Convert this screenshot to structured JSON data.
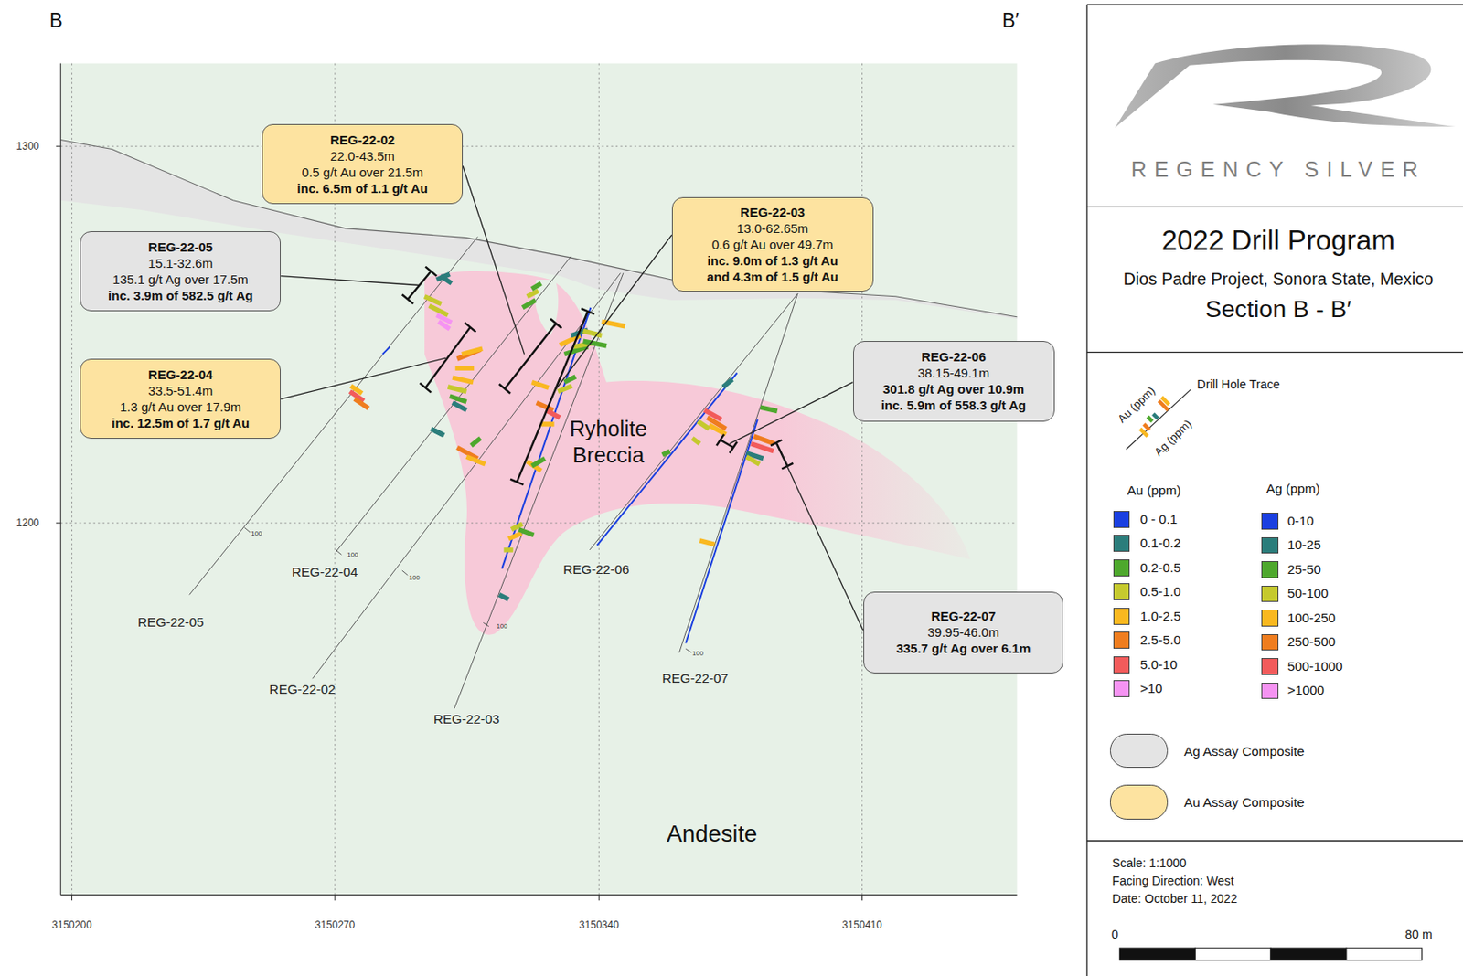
{
  "diagram": {
    "title": "2022 Drill Program",
    "nodes": [
      {
        "text": [
          "REG-22-02",
          "22.0-43.5m",
          "0.5 g/t Au over 21.5m",
          "inc. 6.5m of 1.1 g/t Au"
        ]
      },
      {
        "text": [
          "REG-22-03",
          "13.0-62.65m",
          "0.6 g/t Au over 49.7m",
          "inc. 9.0m of 1.3 g/t Au",
          "and 4.3m of 1.5 g/t Au"
        ]
      },
      {
        "text": [
          "REG-22-05",
          "15.1-32.6m",
          "135.1 g/t Ag over 17.5m",
          "inc. 3.9m of 582.5 g/t Ag"
        ]
      },
      {
        "text": [
          "REG-22-06",
          "38.15-49.1m",
          "301.8 g/t Ag over 10.9m",
          "inc. 5.9m of 558.3 g/t Ag"
        ]
      },
      {
        "text": [
          "REG-22-04",
          "33.5-51.4m",
          "1.3 g/t Au over 17.9m",
          "inc. 12.5m of 1.7 g/t Au"
        ]
      },
      {
        "text": [
          "REG-22-07",
          "39.95-46.0m",
          "335.7 g/t Ag over 6.1m"
        ]
      }
    ],
    "labels": [
      "B",
      "B′",
      "1300",
      "1200",
      "3150200",
      "3150270",
      "3150340",
      "3150410",
      "Ryholite Breccia",
      "Andesite",
      "REG-22-05",
      "REG-22-04",
      "REG-22-02",
      "REG-22-03",
      "REG-22-06",
      "REG-22-07",
      "100",
      "100",
      "100",
      "100",
      "100",
      "REGENCY SILVER",
      "Dios Padre Project, Sonora State, Mexico",
      "Section B - B′",
      "Au (ppm)",
      "Ag (ppm)",
      "Au (ppm)",
      "Ag (ppm)",
      "Scale: 1:1000",
      "Facing Direction: West",
      "Date: October 11, 2022",
      "0",
      "80 m"
    ],
    "legend": [
      {
        "text": "Drill Hole Trace"
      },
      {
        "text": "0 - 0.1",
        "color": "#1a3fe0"
      },
      {
        "text": "0.1-0.2",
        "color": "#2b7d7b"
      },
      {
        "text": "0.2-0.5",
        "color": "#4ea82d"
      },
      {
        "text": "0.5-1.0",
        "color": "#c5c92e"
      },
      {
        "text": "1.0-2.5",
        "color": "#f9b820"
      },
      {
        "text": "2.5-5.0",
        "color": "#ef7d1f"
      },
      {
        "text": "5.0-10",
        "color": "#f25b5b"
      },
      {
        "text": ">10",
        "color": "#f593f2"
      },
      {
        "text": "0-10",
        "color": "#1a3fe0"
      },
      {
        "text": "10-25",
        "color": "#2b7d7b"
      },
      {
        "text": "25-50",
        "color": "#4ea82d"
      },
      {
        "text": "50-100",
        "color": "#c5c92e"
      },
      {
        "text": "100-250",
        "color": "#f9b820"
      },
      {
        "text": "250-500",
        "color": "#ef7d1f"
      },
      {
        "text": "500-1000",
        "color": "#f25b5b"
      },
      {
        "text": ">1000",
        "color": "#f593f2"
      },
      {
        "text": "Ag Assay Composite",
        "color": "#e4e4e4"
      },
      {
        "text": "Au Assay Composite",
        "color": "#fde3a0"
      }
    ]
  }
}
